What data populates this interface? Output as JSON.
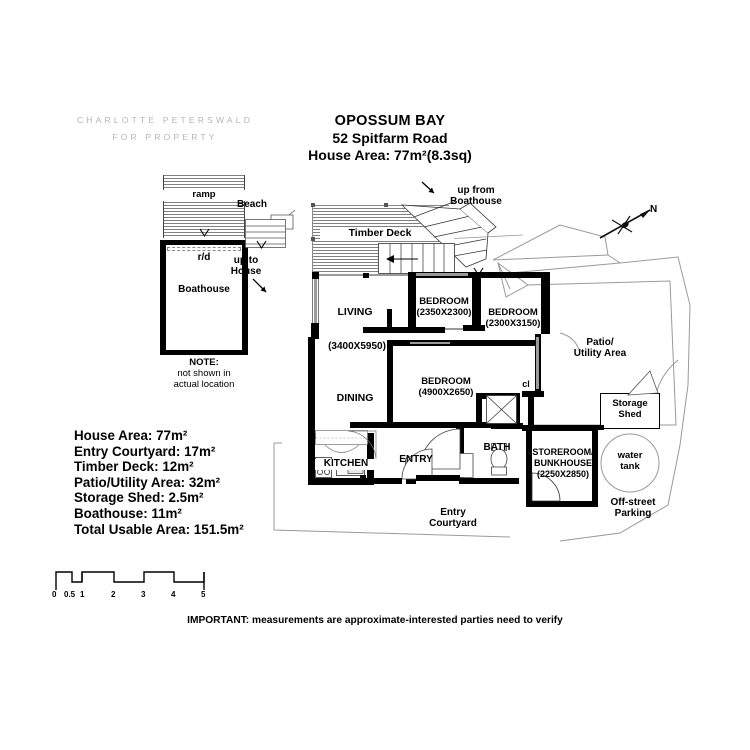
{
  "brand": {
    "line1": "CHARLOTTE PETERSWALD",
    "line2": "FOR PROPERTY"
  },
  "title": {
    "suburb": "OPOSSUM BAY",
    "address": "52 Spitfarm Road",
    "house_area": "House Area: 77m²(8.3sq)"
  },
  "areas": [
    "House Area: 77m²",
    "Entry Courtyard: 17m²",
    "Timber Deck: 12m²",
    "Patio/Utility Area: 32m²",
    "Storage Shed: 2.5m²",
    "Boathouse: 11m²",
    "Total Usable Area: 151.5m²"
  ],
  "boathouse": {
    "ramp": "ramp",
    "rd": "r/d",
    "name": "Boathouse",
    "beach": "Beach",
    "up_to_house_1": "up to",
    "up_to_house_2": "House",
    "note_title": "NOTE:",
    "note_line1": "not shown in",
    "note_line2": "actual location"
  },
  "plan": {
    "timber_deck": "Timber Deck",
    "up_from_1": "up from",
    "up_from_2": "Boathouse",
    "living": "LIVING",
    "living_dim": "(3400X5950)",
    "dining": "DINING",
    "bedroom1": "BEDROOM",
    "bedroom1_dim": "(2350X2300)",
    "bedroom2": "BEDROOM",
    "bedroom2_dim": "(2300X3150)",
    "bedroom3": "BEDROOM",
    "bedroom3_dim": "(4900X2650)",
    "kitchen": "KITCHEN",
    "entry": "ENTRY",
    "bath": "BATH",
    "closet": "cl",
    "storeroom_1": "STOREROOM/",
    "storeroom_2": "BUNKHOUSE",
    "storeroom_dim": "(2250X2850)",
    "patio_1": "Patio/",
    "patio_2": "Utility Area",
    "storage_shed_1": "Storage",
    "storage_shed_2": "Shed",
    "water_tank_1": "water",
    "water_tank_2": "tank",
    "parking_1": "Off-street",
    "parking_2": "Parking",
    "entry_courtyard_1": "Entry",
    "entry_courtyard_2": "Courtyard",
    "north": "N"
  },
  "scale": {
    "ticks": [
      "0",
      "0.5",
      "1",
      "2",
      "3",
      "4",
      "5"
    ]
  },
  "footer": {
    "disclaimer": "IMPORTANT: measurements are approximate-interested parties need to verify"
  },
  "colors": {
    "wall": "#000000",
    "site_line": "#9a9a9a",
    "brand_text": "#b5b5b5"
  }
}
